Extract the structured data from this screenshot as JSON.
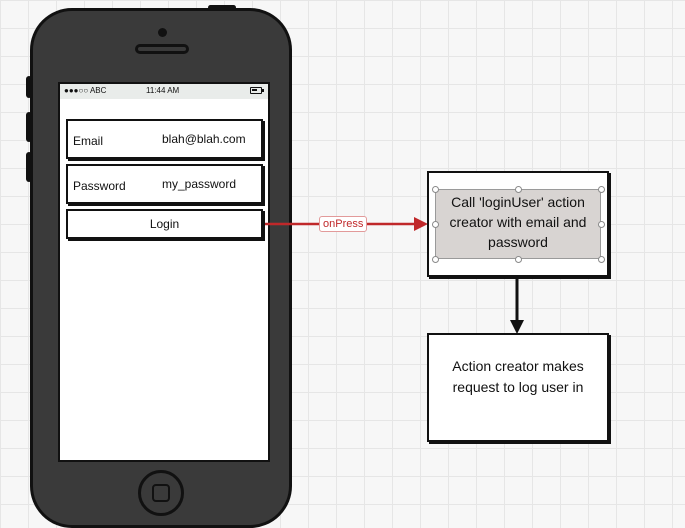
{
  "phone": {
    "status_bar": {
      "carrier": "●●●○○ ABC",
      "time": "11:44 AM",
      "battery_icon": "battery-icon"
    },
    "form": {
      "email": {
        "label": "Email",
        "value": "blah@blah.com"
      },
      "password": {
        "label": "Password",
        "value": "my_password"
      },
      "login_label": "Login"
    }
  },
  "connector": {
    "label": "onPress",
    "color": "#c0282a"
  },
  "flow": {
    "step1": "Call 'loginUser' action creator with email and password",
    "step2": "Action creator makes request to log user in"
  }
}
